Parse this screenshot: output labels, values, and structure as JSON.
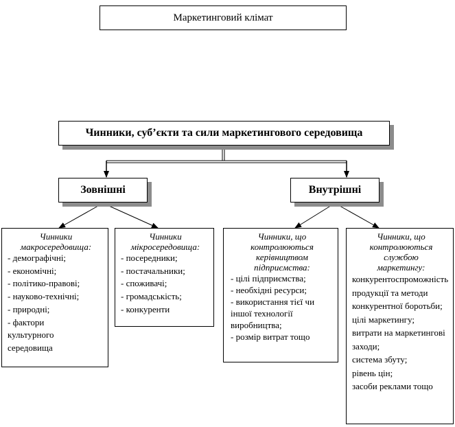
{
  "climate": {
    "title": "Маркетинговий клімат"
  },
  "main": {
    "title": "Чинники, суб’єкти та сили маркетингового середовища"
  },
  "external": {
    "title": "Зовнішні",
    "macro": {
      "heading": "Чинники макросередовища:",
      "items": [
        "- демографічні;",
        "- економічні;",
        "- політико-правові;",
        "- науково-технічні;",
        "- природні;",
        "- фактори культурного середовища"
      ]
    },
    "micro": {
      "heading": "Чинники мікросередовища:",
      "items": [
        "- посередники;",
        "- постачальники;",
        "- споживачі;",
        "- громадськість;",
        "- конкуренти"
      ]
    }
  },
  "internal": {
    "title": "Внутрішні",
    "management": {
      "heading": "Чинники, що контролюються керівництвом підприємства:",
      "items": [
        "- цілі підприємства;",
        "- необхідні ресурси;",
        "- використання тієї чи іншої технології виробництва;",
        "- розмір витрат тощо"
      ]
    },
    "marketing": {
      "heading": "Чинники, що контролюються службою маркетингу:",
      "items": [
        "конкурентоспроможність продукції та методи конкурентної боротьби;",
        "цілі маркетингу;",
        "витрати на маркетингові заходи;",
        "система збуту;",
        "рівень цін;",
        "засоби реклами тощо"
      ]
    }
  }
}
